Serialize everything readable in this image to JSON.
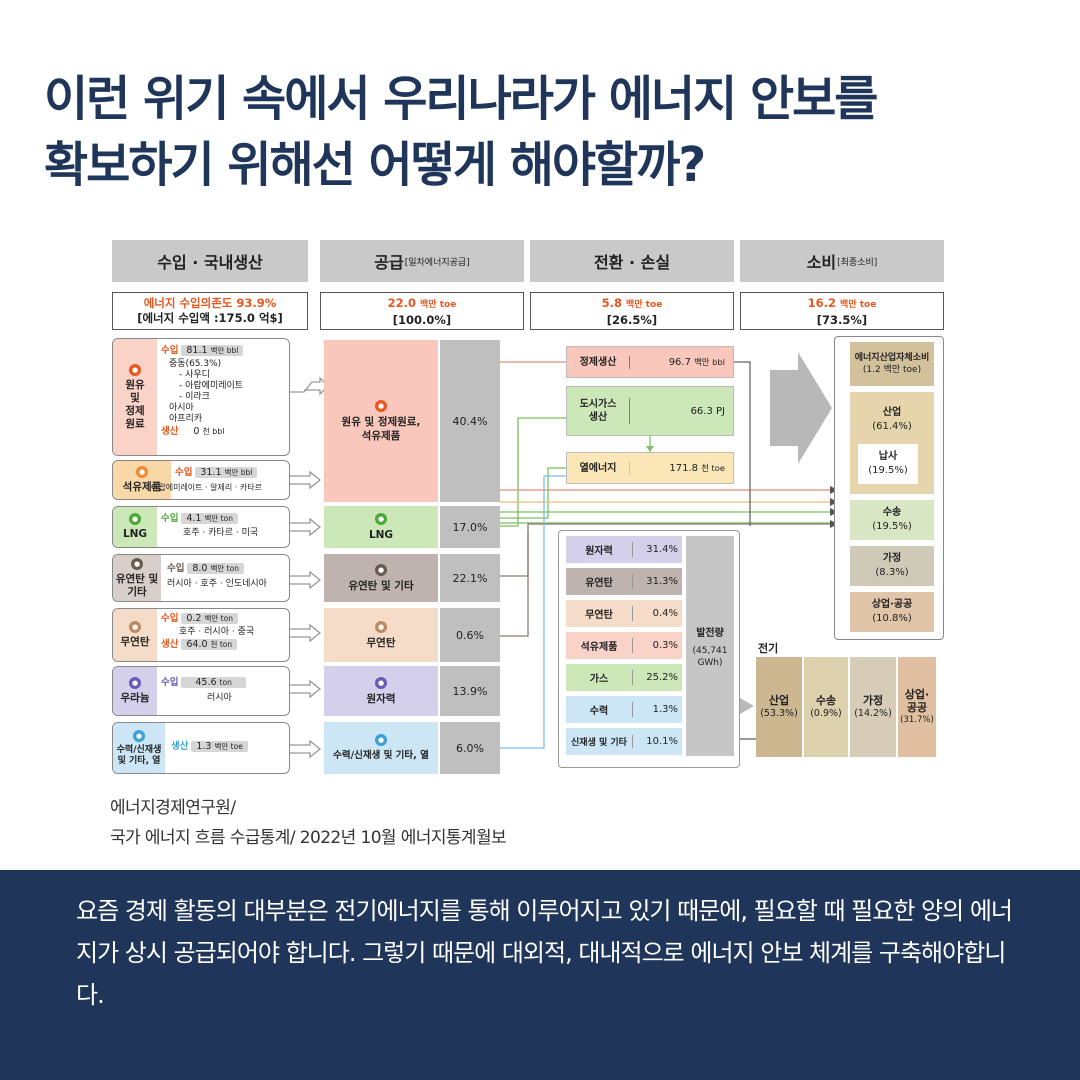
{
  "title": {
    "line1": "이런 위기 속에서 우리나라가 에너지 안보를",
    "line2": "확보하기 위해선 어떻게 해야할까?"
  },
  "headers": {
    "import": "수입 · 국내생산",
    "supply": "공급",
    "supply_sub": "[일차에너지공급]",
    "conversion": "전환 · 손실",
    "consumption": "소비",
    "consumption_sub": "[최종소비]"
  },
  "summary": {
    "import_line1": "에너지 수입의존도  93.9%",
    "import_line2": "[에너지 수입액 :175.0 억$]",
    "supply_value": "22.0",
    "supply_unit": "백만 toe",
    "supply_pct": "[100.0%]",
    "conversion_value": "5.8",
    "conversion_unit": "백만 toe",
    "conversion_pct": "[26.5%]",
    "consumption_value": "16.2",
    "consumption_unit": "백만 toe",
    "consumption_pct": "[73.5%]"
  },
  "labels": {
    "import": "수입",
    "production": "생산"
  },
  "sources": {
    "crude": {
      "name": "원유\n및\n정제\n원료",
      "import_value": "81.1",
      "import_unit": "백만 bbl",
      "origins": [
        "중동(65.3%)",
        "- 사우디",
        "- 아랍에미레이트",
        "- 이라크",
        "아시아",
        "아프리카"
      ],
      "production_value": "0",
      "production_unit": "천 bbl"
    },
    "petroleum": {
      "name": "석유제품",
      "import_value": "31.1",
      "import_unit": "백만 bbl",
      "origins": "아랍에미레이트 · 알제리 · 카타르"
    },
    "lng": {
      "name": "LNG",
      "import_value": "4.1",
      "import_unit": "백만 ton",
      "origins": "호주 · 카타르 · 미국"
    },
    "bituminous": {
      "name": "유연탄 및\n기타",
      "import_value": "8.0",
      "import_unit": "백만 ton",
      "origins": "러시아 · 호주 · 인도네시아"
    },
    "anthracite": {
      "name": "무연탄",
      "import_value": "0.2",
      "import_unit": "백만 ton",
      "origins": "호주 · 러시아 · 중국",
      "production_value": "64.0",
      "production_unit": "천 ton"
    },
    "uranium": {
      "name": "우라늄",
      "import_value": "45.6",
      "import_unit": "ton",
      "origins": "러시아"
    },
    "renewable": {
      "name": "수력/신재생\n및 기타, 열",
      "production_value": "1.3",
      "production_unit": "백만 toe"
    }
  },
  "supply_items": [
    {
      "name": "원유 및 정제원료,\n석유제품",
      "pct": "40.4%"
    },
    {
      "name": "LNG",
      "pct": "17.0%"
    },
    {
      "name": "유연탄 및 기타",
      "pct": "22.1%"
    },
    {
      "name": "무연탄",
      "pct": "0.6%"
    },
    {
      "name": "원자력",
      "pct": "13.9%"
    },
    {
      "name": "수력/신재생 및 기타, 열",
      "pct": "6.0%"
    }
  ],
  "conversion_items": [
    {
      "name": "정제생산",
      "value": "96.7",
      "unit": "백만 bbl"
    },
    {
      "name": "도시가스\n생산",
      "value": "66.3 PJ",
      "unit": ""
    },
    {
      "name": "열에너지",
      "value": "171.8",
      "unit": "천 toe"
    }
  ],
  "generation": [
    {
      "name": "원자력",
      "value": "31.4%"
    },
    {
      "name": "유연탄",
      "value": "31.3%"
    },
    {
      "name": "무연탄",
      "value": "0.4%"
    },
    {
      "name": "석유제품",
      "value": "0.3%"
    },
    {
      "name": "가스",
      "value": "25.2%"
    },
    {
      "name": "수력",
      "value": "1.3%"
    },
    {
      "name": "신재생 및 기타",
      "value": "10.1%"
    }
  ],
  "generation_total": {
    "label": "발전량",
    "value": "(45,741\nGWh)"
  },
  "consumption_items": [
    {
      "name": "에너지산업자체소비",
      "value": "(1.2 백만 toe)"
    },
    {
      "name": "산업",
      "value": "(61.4%)"
    },
    {
      "name": "납사",
      "value": "(19.5%)"
    },
    {
      "name": "수송",
      "value": "(19.5%)"
    },
    {
      "name": "가정",
      "value": "(8.3%)"
    },
    {
      "name": "상업·공공",
      "value": "(10.8%)"
    }
  ],
  "electricity": {
    "label": "전기",
    "items": [
      {
        "name": "산업",
        "value": "(53.3%)"
      },
      {
        "name": "수송",
        "value": "(0.9%)"
      },
      {
        "name": "가정",
        "value": "(14.2%)"
      },
      {
        "name": "상업·\n공공",
        "value": "(31.7%)"
      }
    ]
  },
  "colors": {
    "title": "#1f3559",
    "accent": "#e8571f",
    "footer_bg": "#1f3559"
  },
  "caption": {
    "line1": "에너지경제연구원/",
    "line2": "국가 에너지 흐름 수급통계/ 2022년 10월 에너지통계월보"
  },
  "footer": {
    "text": "요즘 경제 활동의 대부분은 전기에너지를 통해 이루어지고 있기 때문에, 필요할 때 필요한 양의 에너지가 상시 공급되어야 합니다. 그렇기 때문에 대외적, 대내적으로 에너지 안보 체계를 구축해야합니다."
  }
}
